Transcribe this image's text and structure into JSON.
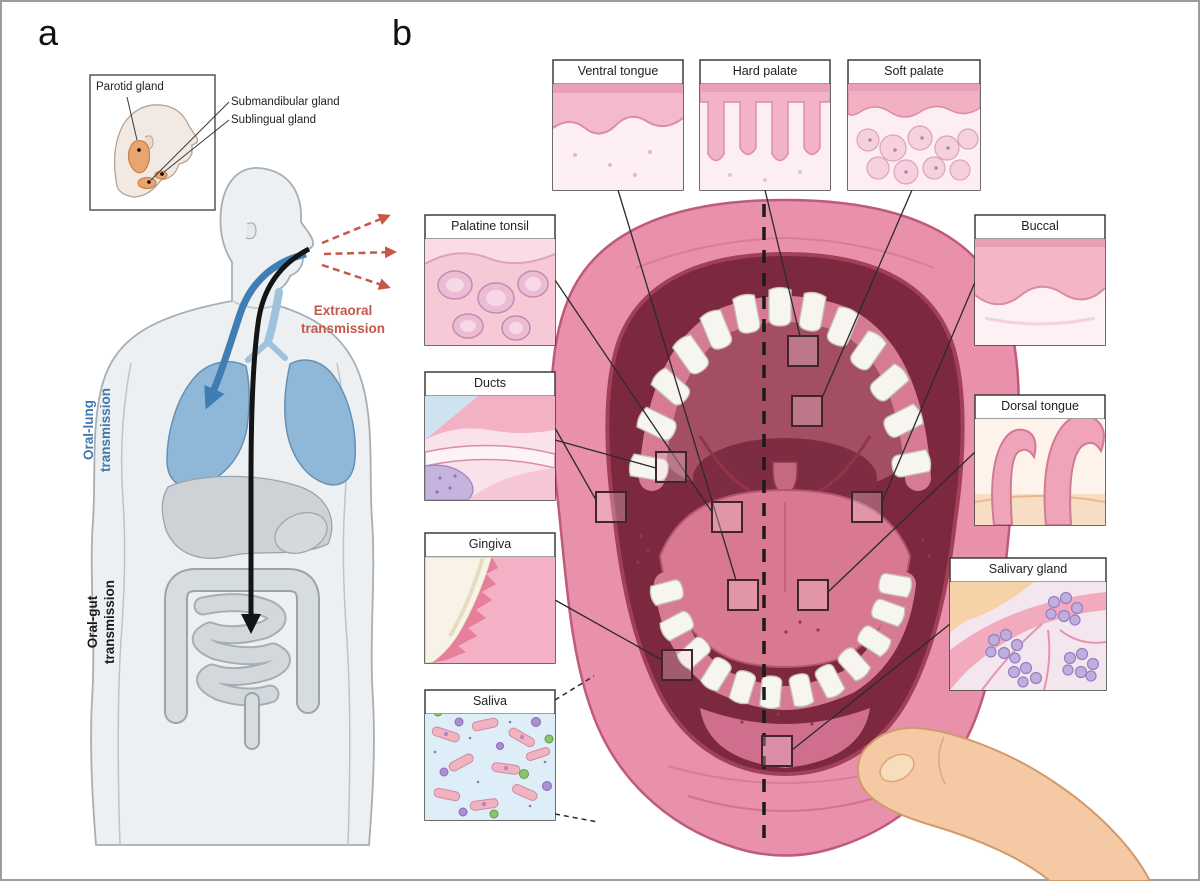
{
  "figure": {
    "background": "#ffffff",
    "border_color": "#999ea3"
  },
  "panel_a": {
    "letter": "a",
    "inset_title": "Parotid gland",
    "labels": {
      "submandibular": "Submandibular gland",
      "sublingual": "Sublingual gland"
    },
    "annotations": {
      "extraoral_line1": "Extraoral",
      "extraoral_line2": "transmission",
      "oral_lung_line1": "Oral-lung",
      "oral_lung_line2": "transmission",
      "oral_gut_line1": "Oral-gut",
      "oral_gut_line2": "transmission"
    },
    "colors": {
      "extraoral": "#c4584a",
      "oral_lung": "#4178ac",
      "oral_gut": "#1a1a1a",
      "parotid_gland": "#eaa46f",
      "lungs": "#8fb7d7",
      "body": "#edf0f2"
    }
  },
  "panel_b": {
    "letter": "b",
    "insets": [
      {
        "id": "ventral-tongue",
        "label": "Ventral tongue"
      },
      {
        "id": "hard-palate",
        "label": "Hard palate"
      },
      {
        "id": "soft-palate",
        "label": "Soft palate"
      },
      {
        "id": "palatine-tonsil",
        "label": "Palatine tonsil"
      },
      {
        "id": "ducts",
        "label": "Ducts"
      },
      {
        "id": "gingiva",
        "label": "Gingiva"
      },
      {
        "id": "saliva",
        "label": "Saliva"
      },
      {
        "id": "buccal",
        "label": "Buccal"
      },
      {
        "id": "dorsal-tongue",
        "label": "Dorsal tongue"
      },
      {
        "id": "salivary-gland",
        "label": "Salivary gland"
      }
    ],
    "colors": {
      "lips": "#e990aa",
      "oral_cavity": "#7c2940",
      "tongue": "#d8798f",
      "teeth": "#f7f5f0"
    }
  }
}
